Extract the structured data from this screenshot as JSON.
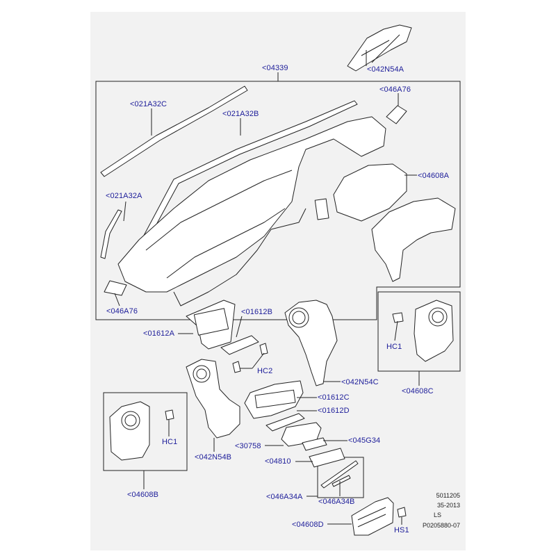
{
  "callouts": {
    "c042N54A_top": "<042N54A",
    "c04339": "<04339",
    "c046A76_top": "<046A76",
    "c021A32C": "<021A32C",
    "c021A32B": "<021A32B",
    "c04608A": "<04608A",
    "c021A32A": "<021A32A",
    "c046A76_bot": "<046A76",
    "c01612B": "<01612B",
    "c01612A": "<01612A",
    "cHC1_right": "HC1",
    "cHC2": "HC2",
    "c042N54C": "<042N54C",
    "c04608C": "<04608C",
    "c01612C": "<01612C",
    "c01612D": "<01612D",
    "cHC1_left": "HC1",
    "c30758": "<30758",
    "c045G34": "<045G34",
    "c042N54B": "<042N54B",
    "c04810": "<04810",
    "c04608B": "<04608B",
    "c046A34A": "<046A34A",
    "c046A34B": "<046A34B",
    "c04608D": "<04608D",
    "cHS1": "HS1"
  },
  "meta": {
    "line1": "5011205",
    "line2": "35-2013",
    "line3": "LS",
    "line4": "P0205880-07"
  },
  "colors": {
    "callout_text": "#1c1c99",
    "line": "#222222",
    "background_panel": "#f2f2f2"
  }
}
